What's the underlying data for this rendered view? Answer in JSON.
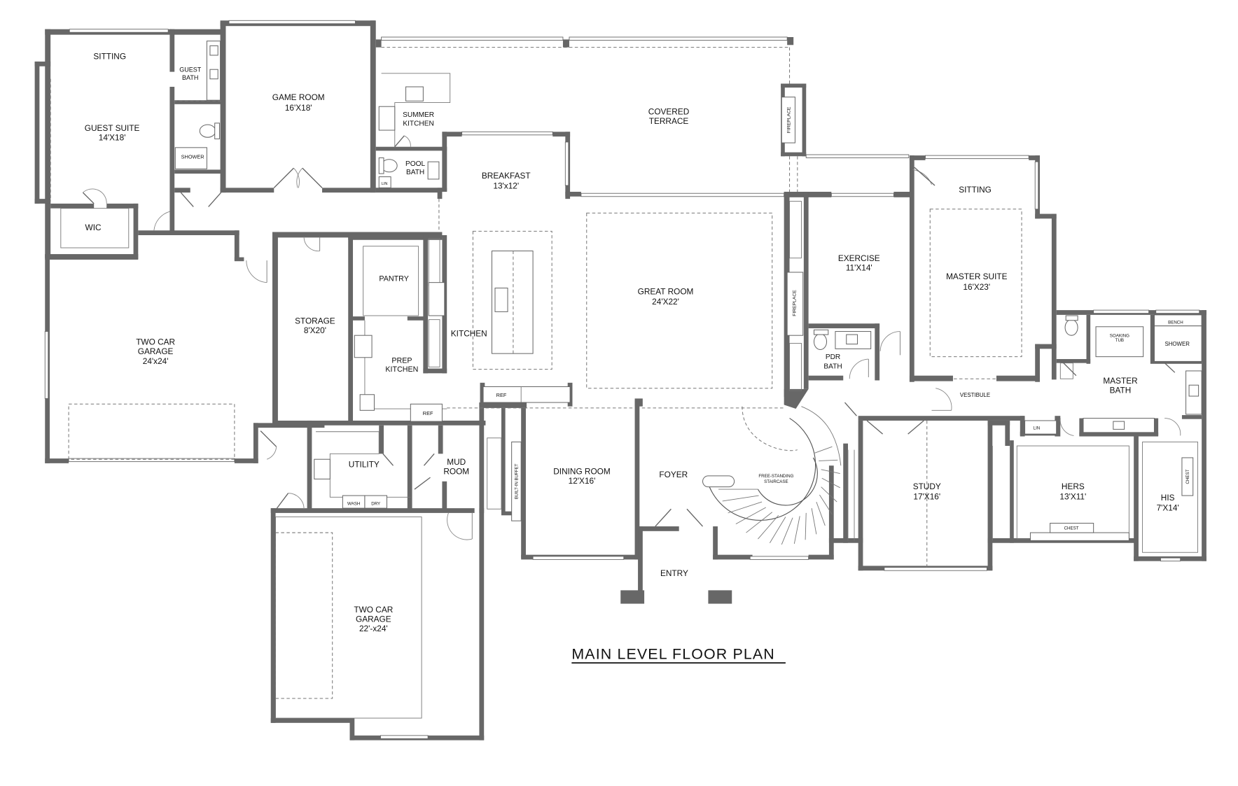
{
  "title": "MAIN LEVEL FLOOR PLAN",
  "wall_color": "#676767",
  "rooms": {
    "sitting_guest": {
      "name": "SITTING"
    },
    "guest_bath": {
      "line1": "GUEST",
      "line2": "BATH"
    },
    "guest_suite": {
      "name": "GUEST SUITE",
      "size": "14'X18'"
    },
    "shower_guest": {
      "name": "SHOWER"
    },
    "wic": {
      "name": "WIC"
    },
    "game_room": {
      "name": "GAME ROOM",
      "size": "16'X18'"
    },
    "summer_kitchen": {
      "line1": "SUMMER",
      "line2": "KITCHEN"
    },
    "pool_bath": {
      "line1": "POOL",
      "line2": "BATH"
    },
    "pool_lin": {
      "name": "LIN"
    },
    "covered_terrace": {
      "line1": "COVERED",
      "line2": "TERRACE"
    },
    "terrace_fireplace": {
      "name": "FIREPLACE"
    },
    "breakfast": {
      "name": "BREAKFAST",
      "size": "13'x12'"
    },
    "two_car_garage_1": {
      "line1": "TWO CAR",
      "line2": "GARAGE",
      "size": "24'x24'"
    },
    "storage": {
      "name": "STORAGE",
      "size": "8'X20'"
    },
    "pantry": {
      "name": "PANTRY"
    },
    "prep_kitchen": {
      "line1": "PREP",
      "line2": "KITCHEN"
    },
    "prep_ref": {
      "name": "REF"
    },
    "kitchen": {
      "name": "KITCHEN"
    },
    "kitchen_ref": {
      "name": "REF"
    },
    "great_room": {
      "name": "GREAT ROOM",
      "size": "24'X22'"
    },
    "great_fireplace": {
      "name": "FIREPLACE"
    },
    "exercise": {
      "name": "EXERCISE",
      "size": "11'X14'"
    },
    "pdr_bath": {
      "line1": "PDR",
      "line2": "BATH"
    },
    "sitting_master": {
      "name": "SITTING"
    },
    "master_suite": {
      "name": "MASTER SUITE",
      "size": "16'X23'"
    },
    "vestibule": {
      "name": "VESTIBULE"
    },
    "master_lin": {
      "name": "LIN"
    },
    "master_bath": {
      "line1": "MASTER",
      "line2": "BATH"
    },
    "soaking_tub": {
      "line1": "SOAKING",
      "line2": "TUB"
    },
    "bench": {
      "name": "BENCH"
    },
    "shower_master": {
      "name": "SHOWER"
    },
    "utility": {
      "name": "UTILITY"
    },
    "wash": {
      "name": "WASH"
    },
    "dry": {
      "name": "DRY"
    },
    "mud_room": {
      "line1": "MUD",
      "line2": "ROOM"
    },
    "built_in_buffet": {
      "name": "BUILT-IN BUFFET"
    },
    "dining_room": {
      "name": "DINING ROOM",
      "size": "12'X16'"
    },
    "foyer": {
      "name": "FOYER"
    },
    "staircase": {
      "line1": "FREE-STANDING",
      "line2": "STAIRCASE"
    },
    "entry": {
      "name": "ENTRY"
    },
    "study": {
      "name": "STUDY",
      "size": "17'X16'"
    },
    "hers": {
      "name": "HERS",
      "size": "13'X11'"
    },
    "hers_chest": {
      "name": "CHEST"
    },
    "his": {
      "name": "HIS",
      "size": "7'X14'"
    },
    "his_chest": {
      "name": "CHEST"
    },
    "two_car_garage_2": {
      "line1": "TWO CAR",
      "line2": "GARAGE",
      "size": "22'-x24'"
    }
  }
}
